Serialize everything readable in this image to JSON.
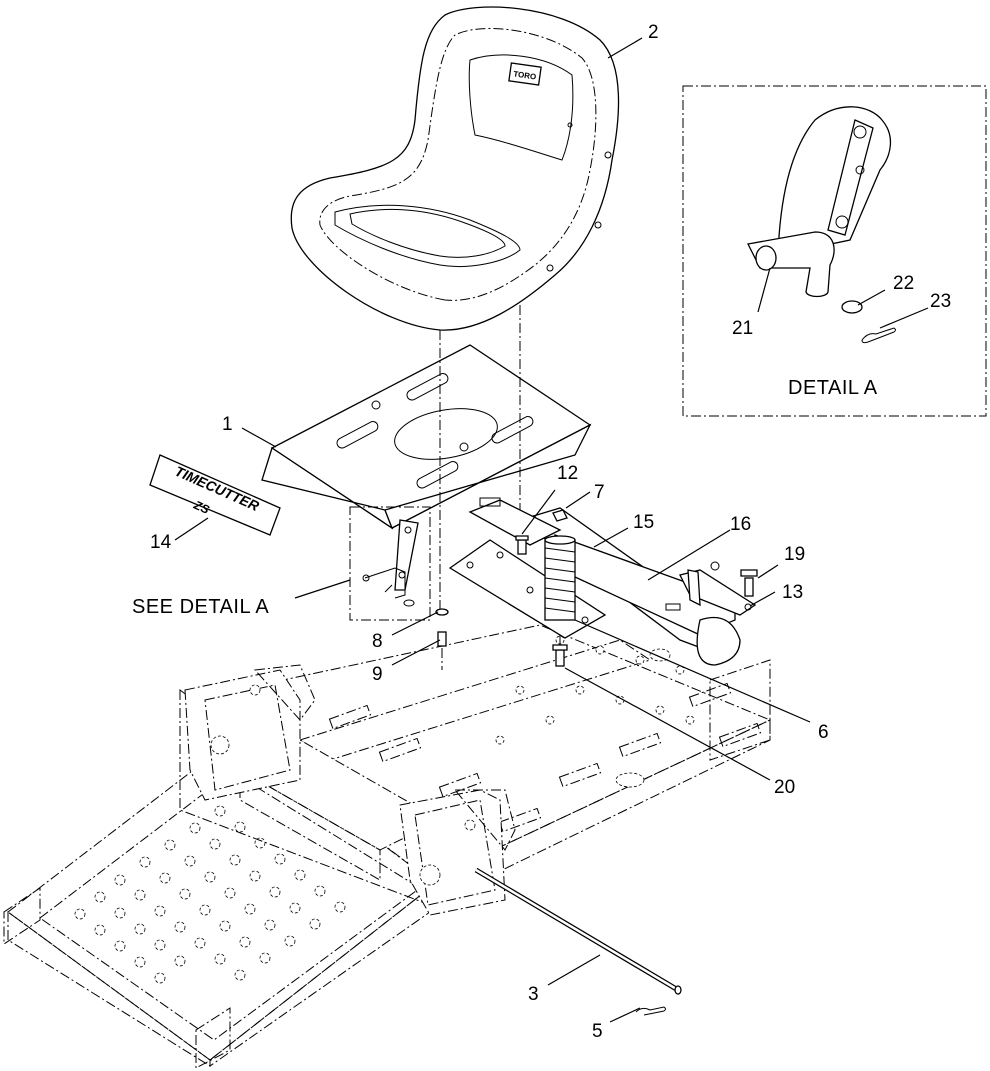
{
  "callouts": [
    {
      "id": "c1",
      "text": "1"
    },
    {
      "id": "c2",
      "text": "2"
    },
    {
      "id": "c3",
      "text": "3"
    },
    {
      "id": "c5",
      "text": "5"
    },
    {
      "id": "c6",
      "text": "6"
    },
    {
      "id": "c7",
      "text": "7"
    },
    {
      "id": "c8",
      "text": "8"
    },
    {
      "id": "c9",
      "text": "9"
    },
    {
      "id": "c12",
      "text": "12"
    },
    {
      "id": "c13",
      "text": "13"
    },
    {
      "id": "c14",
      "text": "14"
    },
    {
      "id": "c15",
      "text": "15"
    },
    {
      "id": "c16",
      "text": "16"
    },
    {
      "id": "c19",
      "text": "19"
    },
    {
      "id": "c20",
      "text": "20"
    },
    {
      "id": "c21",
      "text": "21"
    },
    {
      "id": "c22",
      "text": "22"
    },
    {
      "id": "c23",
      "text": "23"
    }
  ],
  "detail_title": "DETAIL  A",
  "see_detail": "SEE DETAIL  A",
  "decal_text": "TIMECUTTER",
  "decal_sub": "ZS",
  "seat_logo": "TORO"
}
